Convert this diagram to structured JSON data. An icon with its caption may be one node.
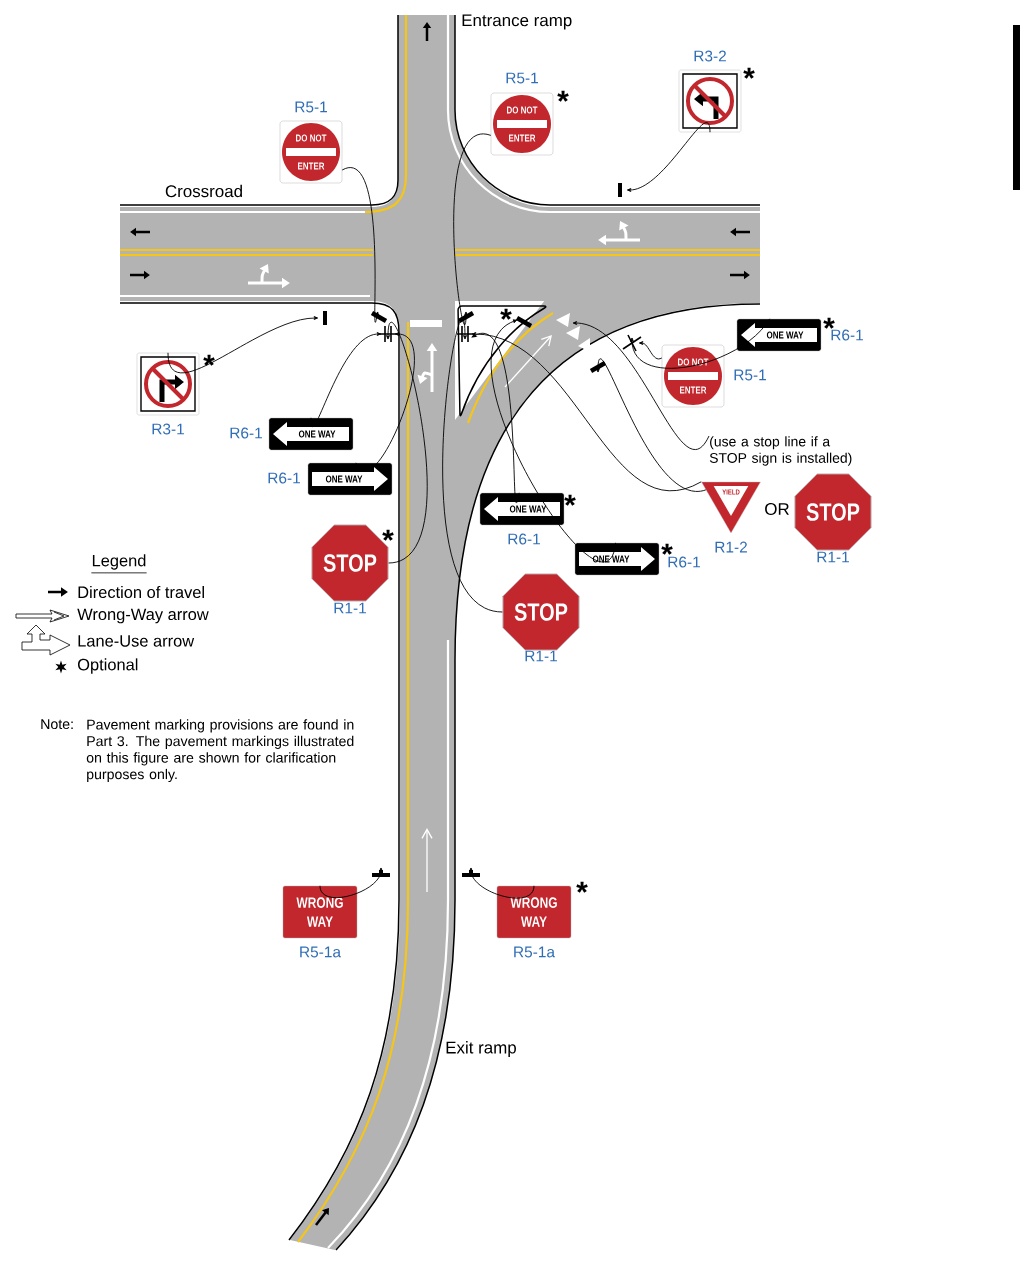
{
  "diagram": {
    "nodes": [
      {
        "text": [],
        "shape": "box",
        "beside": [
          "R3-2",
          "*"
        ]
      },
      {
        "text": [
          "DO NOT",
          "ENTER"
        ],
        "beside": [
          "R5-1",
          "*"
        ]
      },
      {
        "text": [
          "DO NOT",
          "ENTER"
        ],
        "beside": [
          "R5-1"
        ]
      },
      {
        "text": [],
        "shape": "bar"
      },
      {
        "text": [],
        "shape": "bar"
      },
      {
        "text": [],
        "shape": "bar"
      },
      {
        "text": [],
        "shape": "bar"
      },
      {
        "text": [],
        "shape": "bar",
        "beside": [
          "*"
        ]
      },
      {
        "text": [],
        "shape": "bar"
      },
      {
        "text": [],
        "shape": "bar"
      },
      {
        "text": [
          "ONE WAY"
        ],
        "beside": [
          "R6-1",
          "*"
        ]
      },
      {
        "text": [],
        "shape": "cross"
      },
      {
        "text": [],
        "shape": "bar"
      },
      {
        "text": [
          "DO NOT",
          "ENTER"
        ],
        "beside": [
          "R5-1"
        ]
      },
      {
        "text": [],
        "shape": "box",
        "beside": [
          "R3-1",
          "*"
        ]
      },
      {
        "text": [
          "ONE WAY"
        ],
        "beside": [
          "R6-1"
        ]
      },
      {
        "text": [
          "(use a stop line if a STOP sign is installed)"
        ]
      },
      {
        "text": [
          "ONE WAY"
        ],
        "beside": [
          "R6-1"
        ]
      },
      {
        "text": [
          "YIELD"
        ],
        "beside": [
          "R1-2"
        ]
      },
      {
        "text": [
          "STOP"
        ],
        "beside": [
          "R1-1"
        ]
      },
      {
        "text": [
          "ONE WAY"
        ],
        "beside": [
          "R6-1",
          "*"
        ]
      },
      {
        "text": [
          "ONE WAY"
        ],
        "beside": [
          "R6-1",
          "*"
        ]
      },
      {
        "text": [
          "STOP"
        ],
        "beside": [
          "R1-1",
          "*"
        ]
      },
      {
        "text": [
          "STOP"
        ],
        "beside": [
          "R1-1"
        ]
      },
      {
        "text": [],
        "shape": "bar"
      },
      {
        "text": [],
        "shape": "bar"
      },
      {
        "text": [
          "WRONG WAY"
        ],
        "beside": [
          "R5-1a"
        ]
      },
      {
        "text": [
          "WRONG WAY"
        ],
        "beside": [
          "R5-1a",
          "*"
        ]
      }
    ],
    "edges": [
      {
        "from": 0,
        "to": 3,
        "arrow": "to"
      },
      {
        "from": 2,
        "to": 5,
        "arrow": "to"
      },
      {
        "from": 1,
        "to": 6,
        "arrow": "to"
      },
      {
        "from": 14,
        "to": 4,
        "arrow": "to"
      },
      {
        "from": 15,
        "to": 8,
        "arrow": "to"
      },
      {
        "from": 17,
        "to": 8,
        "arrow": "to"
      },
      {
        "from": 22,
        "to": 8,
        "arrow": "to"
      },
      {
        "from": 20,
        "to": 9,
        "arrow": "to"
      },
      {
        "from": 23,
        "to": 9,
        "arrow": "to"
      },
      {
        "from": 18,
        "to": 9,
        "arrow": "to"
      },
      {
        "from": 21,
        "to": 7,
        "arrow": "to"
      },
      {
        "from": 10,
        "to": 11,
        "arrow": "to"
      },
      {
        "from": 13,
        "to": 11,
        "arrow": "to"
      },
      {
        "from": 18,
        "to": 12,
        "arrow": "to"
      },
      {
        "from": 16,
        "to": null,
        "arrow": "to"
      },
      {
        "from": 26,
        "to": 24,
        "arrow": "to"
      },
      {
        "from": 27,
        "to": 25,
        "arrow": "to"
      }
    ],
    "labels": [
      "Entrance ramp",
      "Crossroad",
      "OR",
      "Legend",
      "Note:",
      "Pavement marking provisions are found in Part 3. The pavement markings illustrated on this figure are shown for clarification purposes only.",
      "Exit ramp"
    ],
    "legend": [
      {
        "text": "Direction of travel"
      },
      {
        "text": "Wrong-Way arrow"
      },
      {
        "text": "Lane-Use arrow"
      },
      {
        "text": "Optional"
      }
    ]
  }
}
